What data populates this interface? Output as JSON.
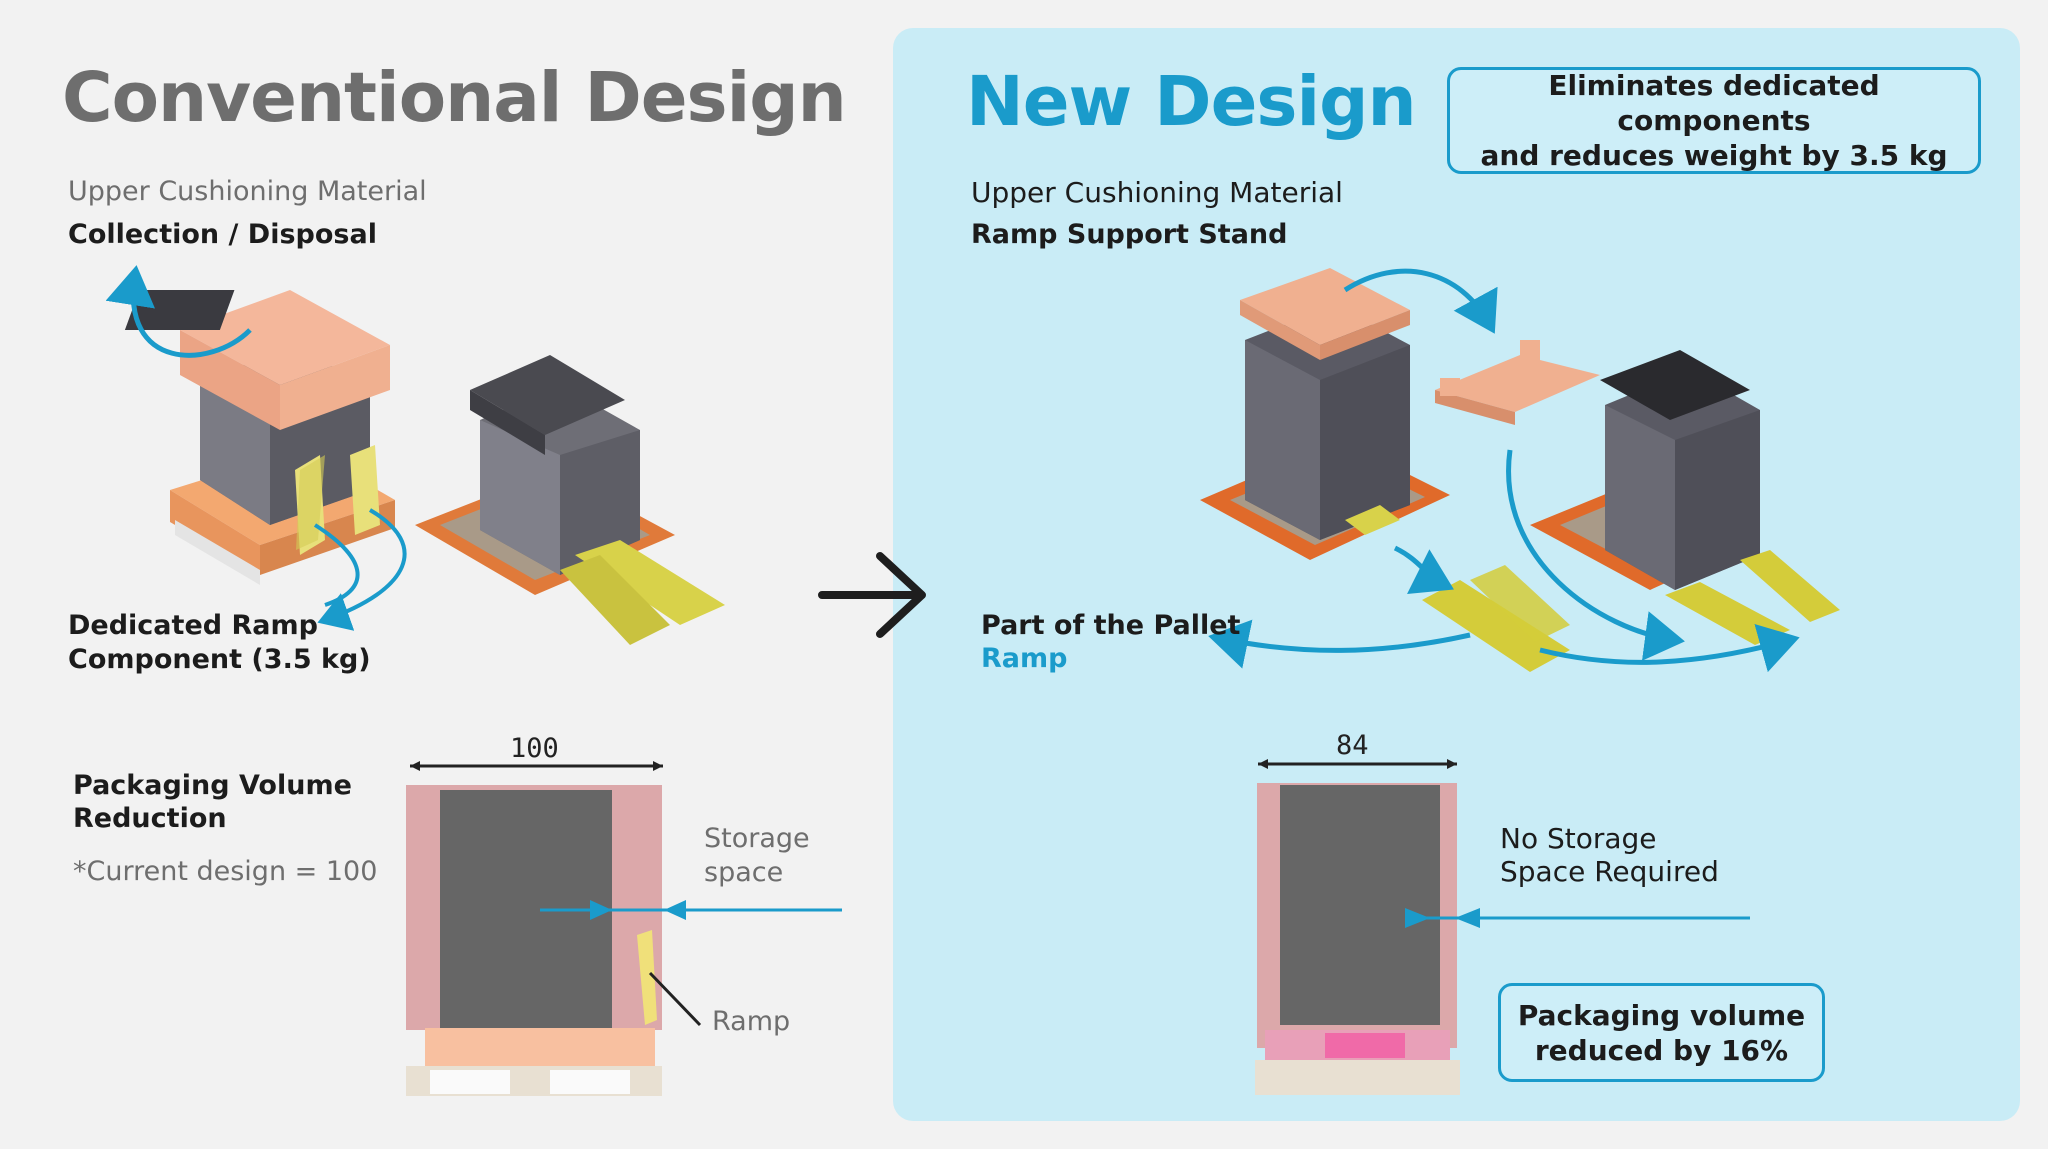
{
  "conventional": {
    "title": "Conventional Design",
    "upper_label": "Upper Cushioning Material",
    "upper_action": "Collection / Disposal",
    "ramp_line1": "Dedicated Ramp",
    "ramp_line2": "Component (3.5 kg)",
    "volume_line1": "Packaging Volume",
    "volume_line2": "Reduction",
    "volume_note": "*Current design = 100",
    "width_dim": "100",
    "storage_line1": "Storage",
    "storage_line2": "space",
    "ramp_label": "Ramp"
  },
  "new_design": {
    "title": "New Design",
    "callout_top": "Eliminates dedicated components\nand reduces weight by 3.5 kg",
    "upper_label": "Upper Cushioning Material",
    "upper_action": "Ramp Support Stand",
    "pallet_label": "Part of the Pallet",
    "ramp_label": "Ramp",
    "width_dim": "84",
    "no_storage_line1": "No Storage",
    "no_storage_line2": "Space Required",
    "callout_bottom": "Packaging volume\nreduced by 16%"
  },
  "colors": {
    "accent": "#1a9bcb",
    "panel": "#c9ecf6",
    "cushion": "#f0b090",
    "ramp": "#d8d24a",
    "pallet": "#e07a3a",
    "machine": "#5a5a64"
  }
}
